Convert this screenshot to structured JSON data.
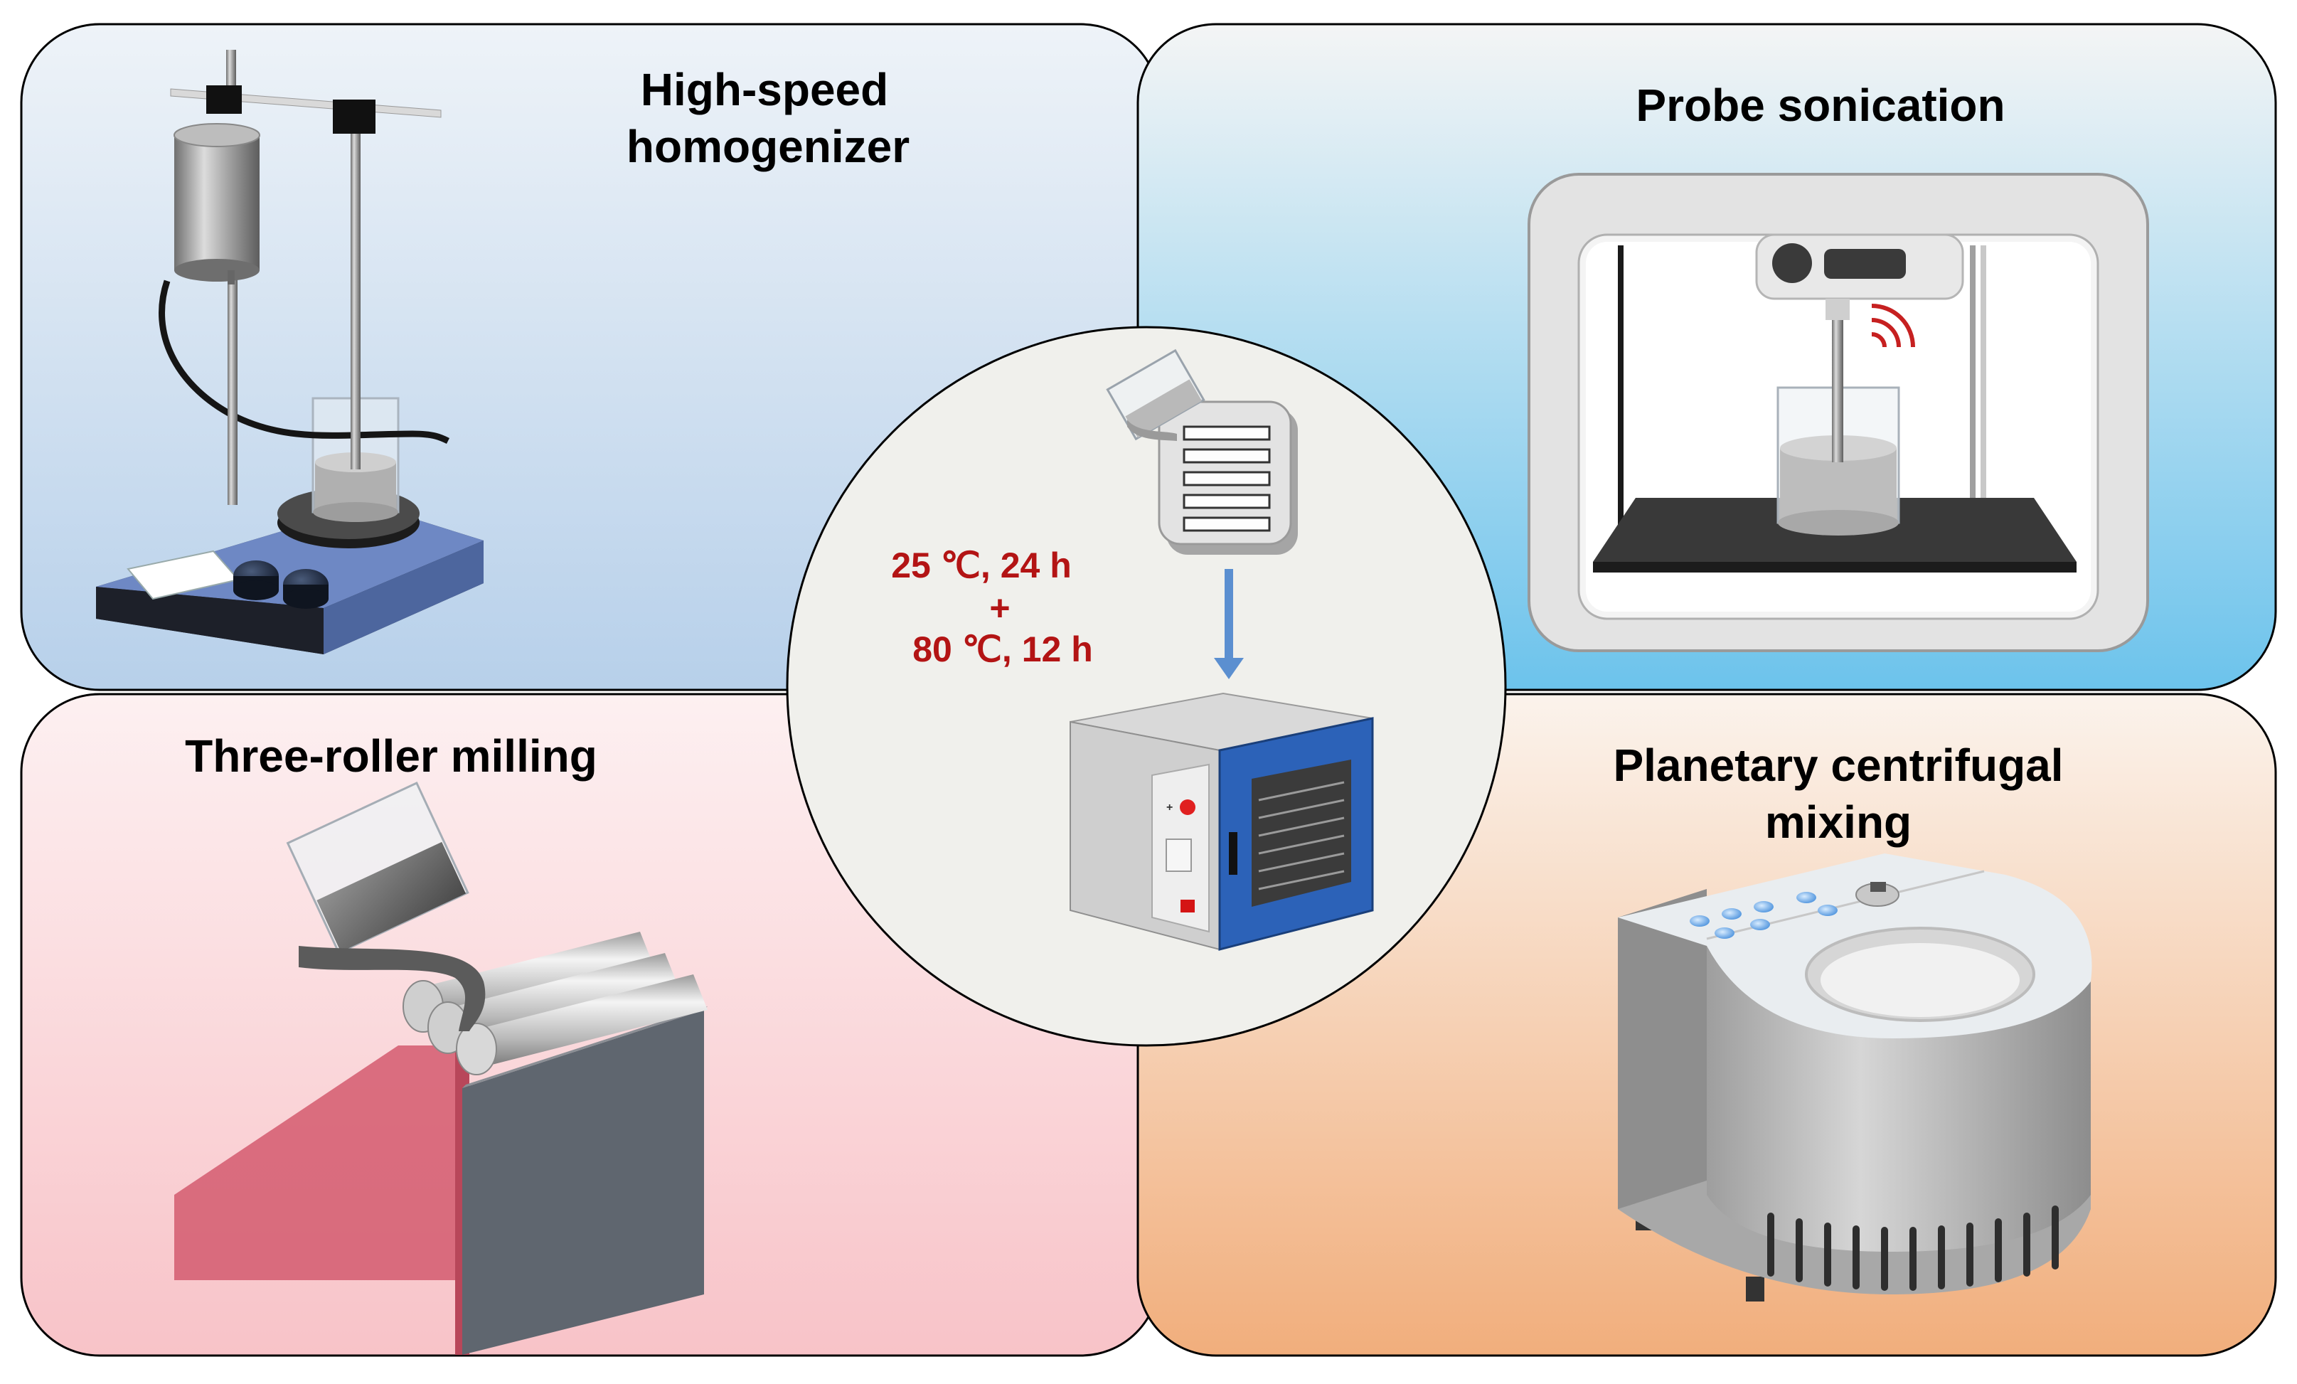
{
  "panels": {
    "top_left": {
      "title_line1": "High-speed",
      "title_line2": "homogenizer",
      "device": "high-speed-homogenizer"
    },
    "top_right": {
      "title": "Probe sonication",
      "device": "probe-sonicator"
    },
    "bottom_left": {
      "title": "Three-roller milling",
      "device": "three-roll-mill"
    },
    "bottom_right": {
      "title_line1": "Planetary centrifugal",
      "title_line2": "mixing",
      "device": "planetary-centrifugal-mixer"
    }
  },
  "center": {
    "cond_line1": "25 ℃, 24 h",
    "cond_plus": "+",
    "cond_line2": "80 ℃, 12 h",
    "devices": [
      "pouring-beaker",
      "mold",
      "drying-oven"
    ]
  },
  "colors": {
    "accent_red": "#b31414",
    "arrow_blue": "#5b8fd0",
    "panel_top_left": "#dfe9f3",
    "panel_top_right": "#8ccfee",
    "panel_bottom_left": "#f8c6cb",
    "panel_bottom_right": "#f1b98a",
    "center_circle": "#f0f0ec"
  }
}
